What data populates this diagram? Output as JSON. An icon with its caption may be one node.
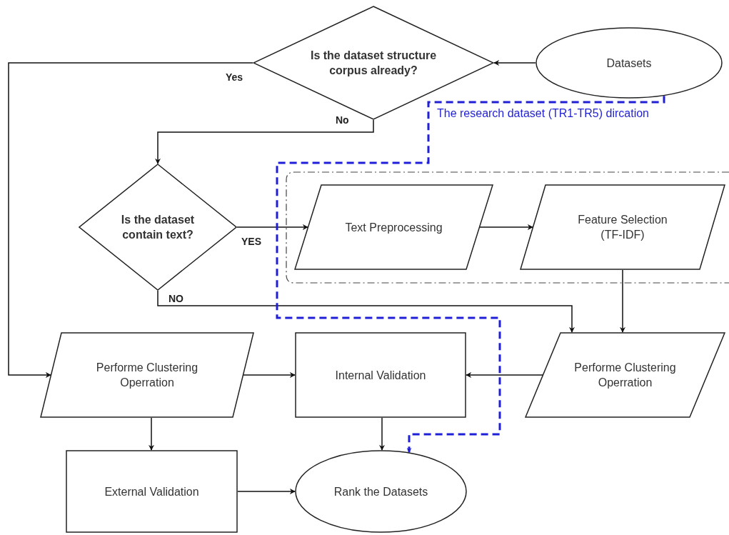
{
  "diagram": {
    "nodes": [
      {
        "text": [
          "Is the dataset structure corpus already?"
        ]
      },
      {
        "text": [
          "Datasets"
        ]
      },
      {
        "text": [
          "Is the dataset contain text?"
        ]
      },
      {
        "text": [],
        "shape": "box"
      },
      {
        "text": [
          "Text Preprocessing"
        ],
        "in": 3
      },
      {
        "text": [
          "Feature Selection (TF-IDF)"
        ],
        "in": 3
      },
      {
        "text": [
          "Performe Clustering Operration"
        ]
      },
      {
        "text": [
          "Internal Validation"
        ]
      },
      {
        "text": [
          "Performe Clustering Operration"
        ]
      },
      {
        "text": [
          "External Validation"
        ]
      },
      {
        "text": [
          "Rank the Datasets"
        ]
      }
    ],
    "edges": [
      {
        "from": 1,
        "to": 0,
        "arrow": "to"
      },
      {
        "from": 0,
        "to": 6,
        "arrow": "to",
        "label": "Yes"
      },
      {
        "from": 0,
        "to": 2,
        "arrow": "to",
        "label": "No"
      },
      {
        "from": 2,
        "to": 4,
        "arrow": "to",
        "label": "YES"
      },
      {
        "from": 4,
        "to": 5,
        "arrow": "to"
      },
      {
        "from": 2,
        "to": 8,
        "arrow": "to",
        "label": "NO"
      },
      {
        "from": 5,
        "to": 8,
        "arrow": "to"
      },
      {
        "from": 6,
        "to": 7,
        "arrow": "to"
      },
      {
        "from": 8,
        "to": 7,
        "arrow": "to"
      },
      {
        "from": 6,
        "to": 9,
        "arrow": "to"
      },
      {
        "from": 7,
        "to": 10,
        "arrow": "to"
      },
      {
        "from": 9,
        "to": 10,
        "arrow": "to"
      },
      {
        "from": 1,
        "to": 10,
        "arrow": "to",
        "label": "The research dataset (TR1-TR5) dircation",
        "style": "dashed",
        "color": "#1f1fd6"
      }
    ]
  }
}
